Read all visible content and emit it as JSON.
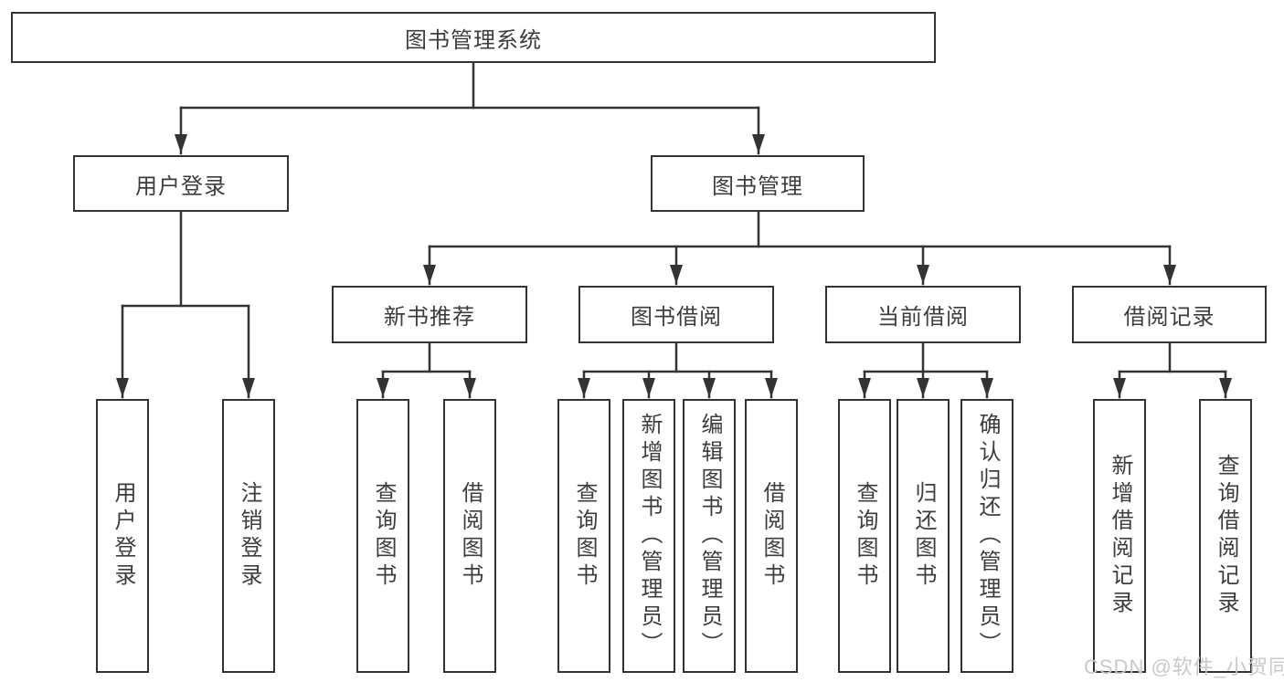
{
  "diagram": {
    "type": "hierarchy-tree",
    "title": "图书管理系统",
    "colors": {
      "line": "#333333",
      "border": "#333333",
      "text": "#3d3d3d",
      "box_background": "#ffffff",
      "watermark_text": "#c9c9c9"
    }
  },
  "nodes": {
    "root": "图书管理系统",
    "userLogin": "用户登录",
    "bookManagement": "图书管理",
    "newBookRecommend": "新书推荐",
    "bookBorrow": "图书借阅",
    "currentBorrow": "当前借阅",
    "borrowRecords": "借阅记录",
    "leafUserLogin": "用户登录",
    "leafLogout": "注销登录",
    "leafNewbookSearch": "查询图书",
    "leafNewbookBorrow": "借阅图书",
    "leafBorrowSearch": "查询图书",
    "leafBorrowAdd": "新增图书（管理员）",
    "leafBorrowEdit": "编辑图书（管理员）",
    "leafBorrowBorrow": "借阅图书",
    "leafCurrentSearch": "查询图书",
    "leafCurrentReturn": "归还图书",
    "leafCurrentConfirm": "确认归还（管理员）",
    "leafRecordsAdd": "新增借阅记录",
    "leafRecordsSearch": "查询借阅记录"
  },
  "edges": [
    [
      "root",
      "userLogin"
    ],
    [
      "root",
      "bookManagement"
    ],
    [
      "userLogin",
      "leafUserLogin"
    ],
    [
      "userLogin",
      "leafLogout"
    ],
    [
      "bookManagement",
      "newBookRecommend"
    ],
    [
      "bookManagement",
      "bookBorrow"
    ],
    [
      "bookManagement",
      "currentBorrow"
    ],
    [
      "bookManagement",
      "borrowRecords"
    ],
    [
      "newBookRecommend",
      "leafNewbookSearch"
    ],
    [
      "newBookRecommend",
      "leafNewbookBorrow"
    ],
    [
      "bookBorrow",
      "leafBorrowSearch"
    ],
    [
      "bookBorrow",
      "leafBorrowAdd"
    ],
    [
      "bookBorrow",
      "leafBorrowEdit"
    ],
    [
      "bookBorrow",
      "leafBorrowBorrow"
    ],
    [
      "currentBorrow",
      "leafCurrentSearch"
    ],
    [
      "currentBorrow",
      "leafCurrentReturn"
    ],
    [
      "currentBorrow",
      "leafCurrentConfirm"
    ],
    [
      "borrowRecords",
      "leafRecordsAdd"
    ],
    [
      "borrowRecords",
      "leafRecordsSearch"
    ]
  ],
  "watermark": {
    "text": "CSDN @软件_小贺同学"
  }
}
